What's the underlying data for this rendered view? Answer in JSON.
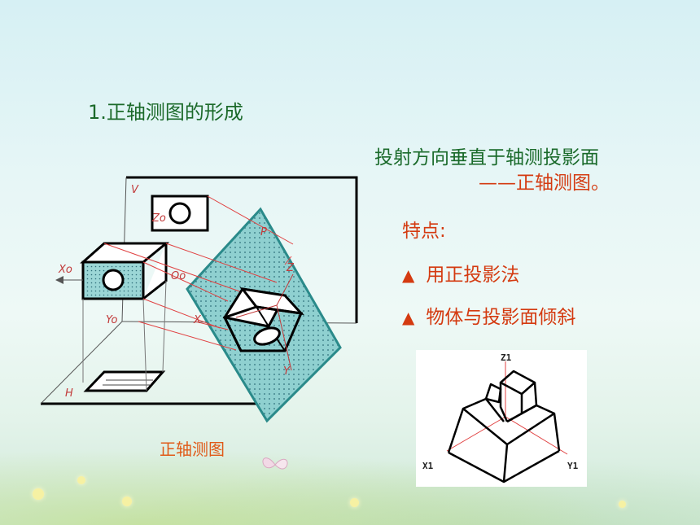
{
  "title": "1.正轴测图的形成",
  "description": {
    "line1": "投射方向垂直于轴测投影面",
    "line2": "——正轴测图。"
  },
  "features": {
    "heading": "特点:",
    "items": [
      {
        "bullet": "▲",
        "text": "用正投影法"
      },
      {
        "bullet": "▲",
        "text": "物体与投影面倾斜"
      }
    ]
  },
  "left_figure": {
    "caption": "正轴测图",
    "labels": {
      "V": "V",
      "H": "H",
      "P": "P",
      "Xo": "Xo",
      "Yo": "Yo",
      "Zo": "Zo",
      "Oo": "Oo",
      "X": "X",
      "Y": "Y",
      "Z": "Z"
    }
  },
  "right_figure": {
    "labels": {
      "Z1": "Z1",
      "X1": "X1",
      "Y1": "Y1"
    }
  },
  "colors": {
    "green_text": "#1a6a2a",
    "red_text": "#d43a10",
    "caption": "#e05a18",
    "plane_fill": "#8fd0d0"
  }
}
